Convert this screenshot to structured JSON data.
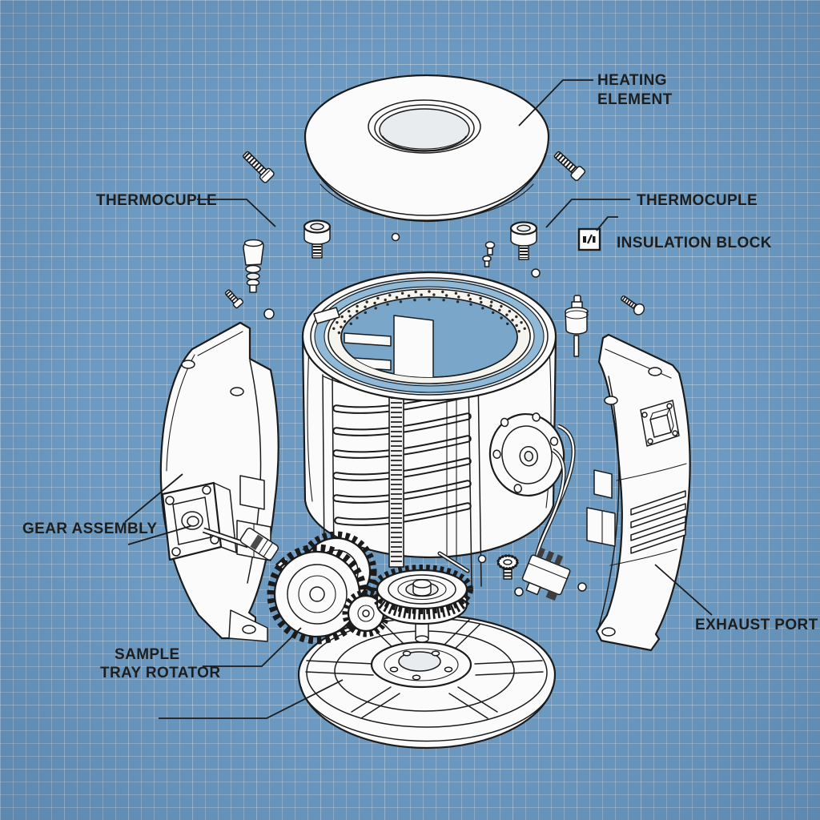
{
  "labels": {
    "heating_element": {
      "line1": "HEATING",
      "line2": "ELEMENT"
    },
    "thermocouple_left": {
      "text": "THERMOCUPLE"
    },
    "thermocouple_right": {
      "text": "THERMOCUPLE"
    },
    "insulation_block": {
      "text": "INSULATION BLOCK"
    },
    "gear_assembly": {
      "text": "GEAR ASSEMBLY"
    },
    "sample_tray_rotator": {
      "line1": "SAMPLE",
      "line2": "TRAY ROTATOR"
    },
    "exhaust_port": {
      "text": "EXHAUST PORT"
    }
  },
  "colors": {
    "background": "#6d9ac1",
    "grid_line": "rgba(255,255,255,0.24)",
    "outline": "#1b1b1b",
    "part_fill": "#fbfbfb",
    "label_text": "#1e1e1e",
    "rim_gap_blue": "#8fb9d6",
    "interior_blue": "#79a6c9"
  }
}
